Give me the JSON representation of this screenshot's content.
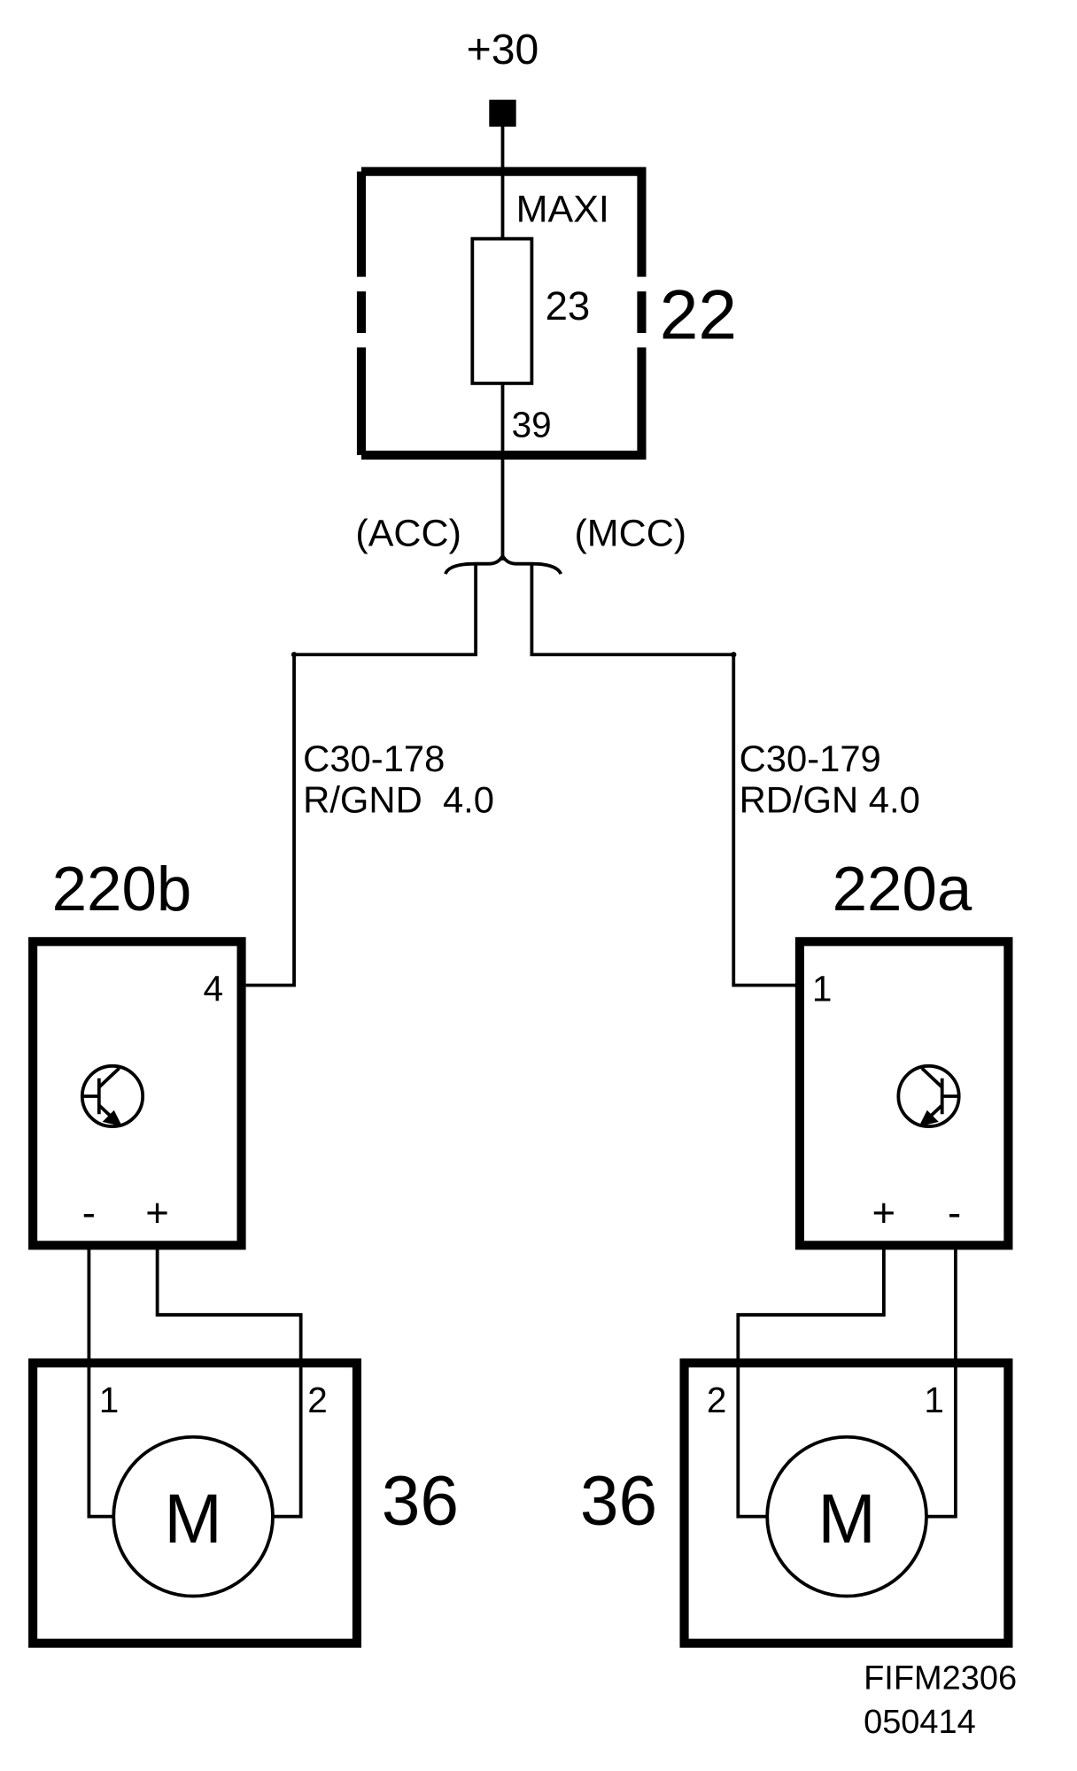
{
  "supply": {
    "label": "+30"
  },
  "fuse_box": {
    "type_label": "MAXI",
    "fuse_number": "23",
    "component_number": "22",
    "output_pin": "39"
  },
  "variants": {
    "left": "(ACC)",
    "right": "(MCC)"
  },
  "wires": {
    "left": {
      "connector": "C30-178",
      "spec": "R/GND  4.0"
    },
    "right": {
      "connector": "C30-179",
      "spec": "RD/GN 4.0"
    }
  },
  "modules": {
    "left": {
      "id": "220b",
      "pin": "4",
      "minus": "-",
      "plus": "+"
    },
    "right": {
      "id": "220a",
      "pin": "1",
      "minus": "-",
      "plus": "+"
    }
  },
  "motors": {
    "left": {
      "id": "36",
      "symbol": "M",
      "pin1": "1",
      "pin2": "2"
    },
    "right": {
      "id": "36",
      "symbol": "M",
      "pin1": "1",
      "pin2": "2"
    }
  },
  "footer": {
    "code": "FIFM2306",
    "date": "050414"
  },
  "colors": {
    "ink": "#000000",
    "background": "#ffffff"
  }
}
